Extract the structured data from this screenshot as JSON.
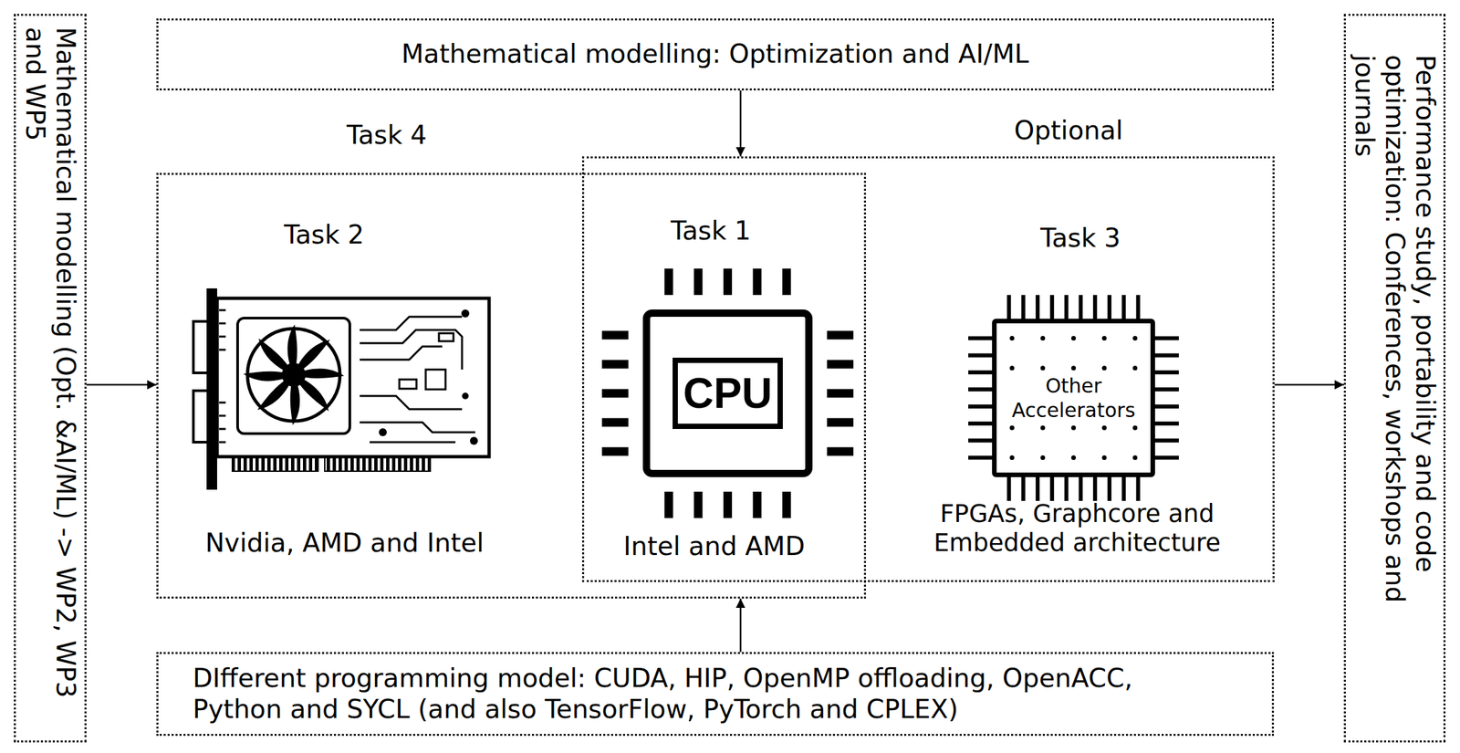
{
  "diagram": {
    "nodes": [
      {
        "text": [
          "Mathematical modelling (Opt. &AI/ML) -> WP2, WP3 and WP5"
        ]
      },
      {
        "text": [
          "Mathematical modelling: Optimization and AI/ML"
        ]
      },
      {
        "text": [
          "Task 4"
        ]
      },
      {
        "text": [
          "Optional"
        ]
      },
      {
        "text": [
          "CPU"
        ],
        "in": 2
      },
      {
        "text": [
          "Other Accelerators"
        ],
        "in": 3
      },
      {
        "text": [
          "DIfferent programming model: CUDA, HIP, OpenMP offloading, OpenACC, Python and SYCL (and also TensorFlow, PyTorch and CPLEX)"
        ]
      },
      {
        "text": [
          "Performance study, portability and code optimization: Conferences, workshops and journals"
        ]
      }
    ],
    "edges": [
      {
        "from": 0,
        "to": 2,
        "arrow": "to"
      },
      {
        "from": 1,
        "to": 3,
        "arrow": "to"
      },
      {
        "from": 6,
        "to": 2,
        "arrow": "to"
      },
      {
        "from": 3,
        "to": 7,
        "arrow": "to"
      }
    ],
    "labels": [
      "Task 2",
      "Nvidia, AMD and Intel",
      "Task 1",
      "Intel and AMD",
      "Task 3",
      "FPGAs, Graphcore and Embedded architecture"
    ]
  }
}
